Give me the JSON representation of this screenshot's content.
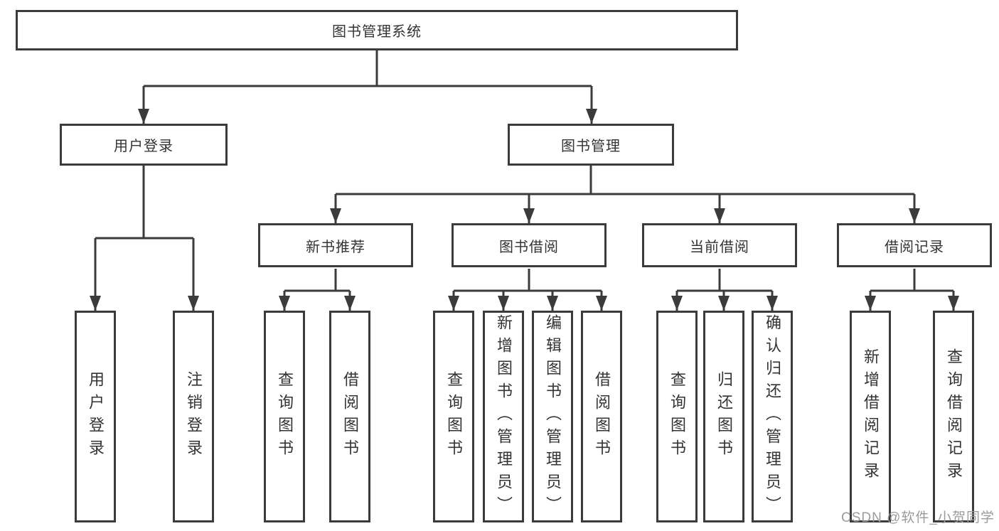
{
  "tree": {
    "root": {
      "label": "图书管理系统",
      "children": [
        {
          "label": "用户登录",
          "children": [
            {
              "label": "用户登录"
            },
            {
              "label": "注销登录"
            }
          ]
        },
        {
          "label": "图书管理",
          "children": [
            {
              "label": "新书推荐",
              "children": [
                {
                  "label": "查询图书"
                },
                {
                  "label": "借阅图书"
                }
              ]
            },
            {
              "label": "图书借阅",
              "children": [
                {
                  "label": "查询图书"
                },
                {
                  "label": "新增图书（管理员）"
                },
                {
                  "label": "编辑图书（管理员）"
                },
                {
                  "label": "借阅图书"
                }
              ]
            },
            {
              "label": "当前借阅",
              "children": [
                {
                  "label": "查询图书"
                },
                {
                  "label": "归还图书"
                },
                {
                  "label": "确认归还（管理员）"
                }
              ]
            },
            {
              "label": "借阅记录",
              "children": [
                {
                  "label": "新增借阅记录"
                },
                {
                  "label": "查询借阅记录"
                }
              ]
            }
          ]
        }
      ]
    }
  },
  "watermark": {
    "text": "CSDN @软件_小贺同学"
  },
  "colors": {
    "line": "#3b3b3b",
    "text": "#333333",
    "watermark": "#9b9b9b",
    "background": "#ffffff"
  }
}
